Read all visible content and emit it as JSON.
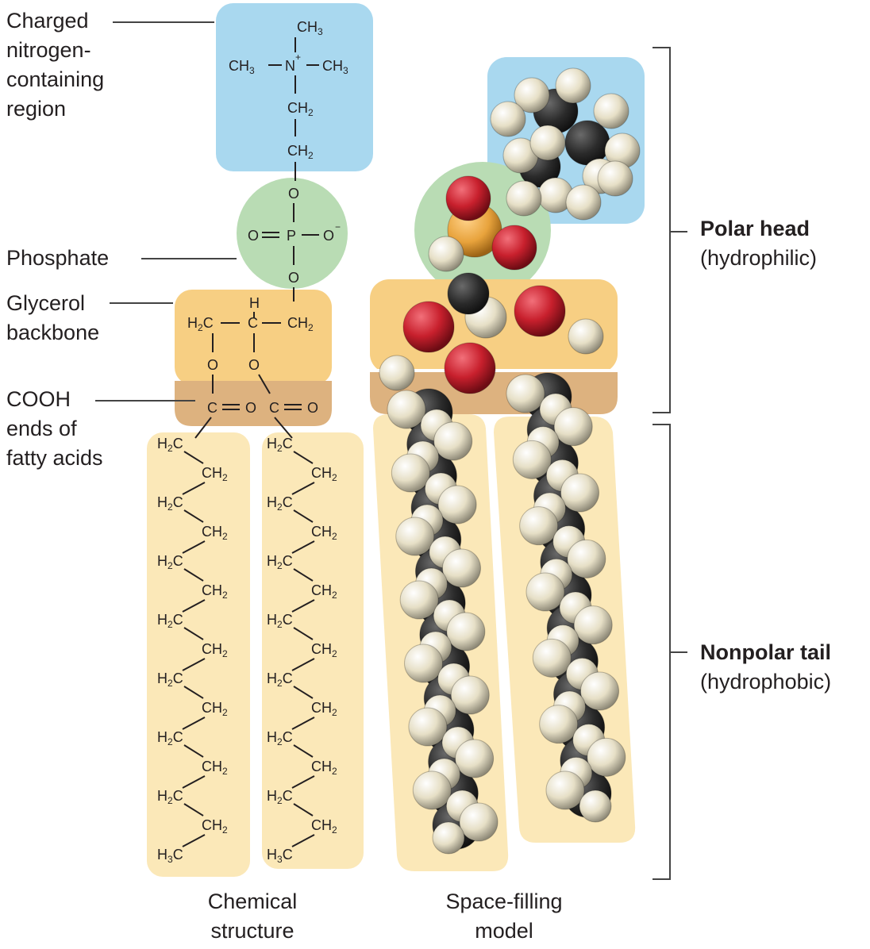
{
  "labels": {
    "nitrogen": [
      "Charged",
      "nitrogen-",
      "containing",
      "region"
    ],
    "phosphate": "Phosphate",
    "glycerol": [
      "Glycerol",
      "backbone"
    ],
    "cooh": [
      "COOH",
      "ends of",
      "fatty acids"
    ]
  },
  "right": {
    "polar_title": "Polar head",
    "polar_sub": "(hydrophilic)",
    "nonpolar_title": "Nonpolar tail",
    "nonpolar_sub": "(hydrophobic)"
  },
  "captions": {
    "chemical": [
      "Chemical",
      "structure"
    ],
    "spacefill": [
      "Space-filling",
      "model"
    ]
  },
  "colors": {
    "nitrogen_region": "#a9d8ef",
    "phosphate_region": "#b9dcb4",
    "glycerol_region": "#f7cf83",
    "cooh_region": "#ddb27f",
    "tail_region": "#fbe8b8",
    "carbon": "#2b2b2b",
    "hydrogen": "#ece6cf",
    "oxygen": "#c8202d",
    "phosphorus": "#e8a33c"
  },
  "formula": {
    "n_group": [
      "CH3",
      "CH3",
      "N+",
      "CH3"
    ],
    "chain_left": [
      "H2C",
      "CH2",
      "H2C",
      "CH2",
      "H2C",
      "CH2",
      "H2C",
      "CH2",
      "H2C",
      "CH2",
      "H2C",
      "CH2",
      "H2C",
      "CH2",
      "H3C"
    ],
    "chain_right": [
      "H2C",
      "CH2",
      "H2C",
      "CH2",
      "H2C",
      "CH2",
      "H2C",
      "CH2",
      "H2C",
      "CH2",
      "H2C",
      "CH2",
      "H2C",
      "CH2",
      "H3C"
    ]
  }
}
